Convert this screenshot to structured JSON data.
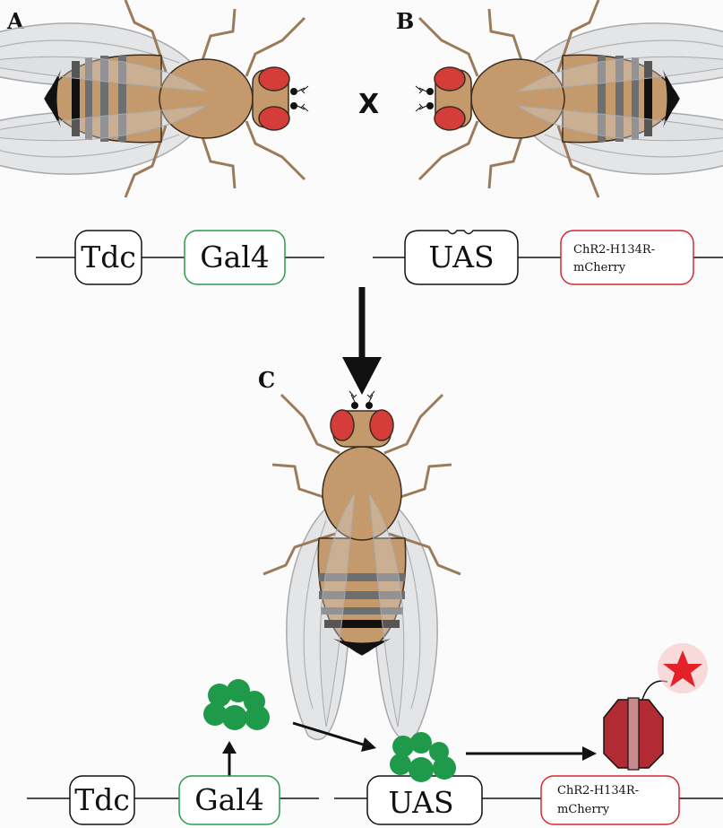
{
  "panels": {
    "a": "A",
    "b": "B",
    "c": "C"
  },
  "cross_symbol": "X",
  "labels": {
    "tdc": "Tdc",
    "gal4": "Gal4",
    "uas": "UAS",
    "chr2_line1": "ChR2-H134R-",
    "chr2_line2": "mCherry"
  },
  "colors": {
    "gal4_border": "#2a9a4a",
    "chr2_border": "#d7282f",
    "gal4_protein": "#1f9a4a",
    "channel": "#b22a33",
    "star": "#e32128",
    "fly_body": "#c49a6c",
    "fly_eye": "#d43d3a",
    "wing": "#d6d8da",
    "stripe": "#6d6e70"
  }
}
